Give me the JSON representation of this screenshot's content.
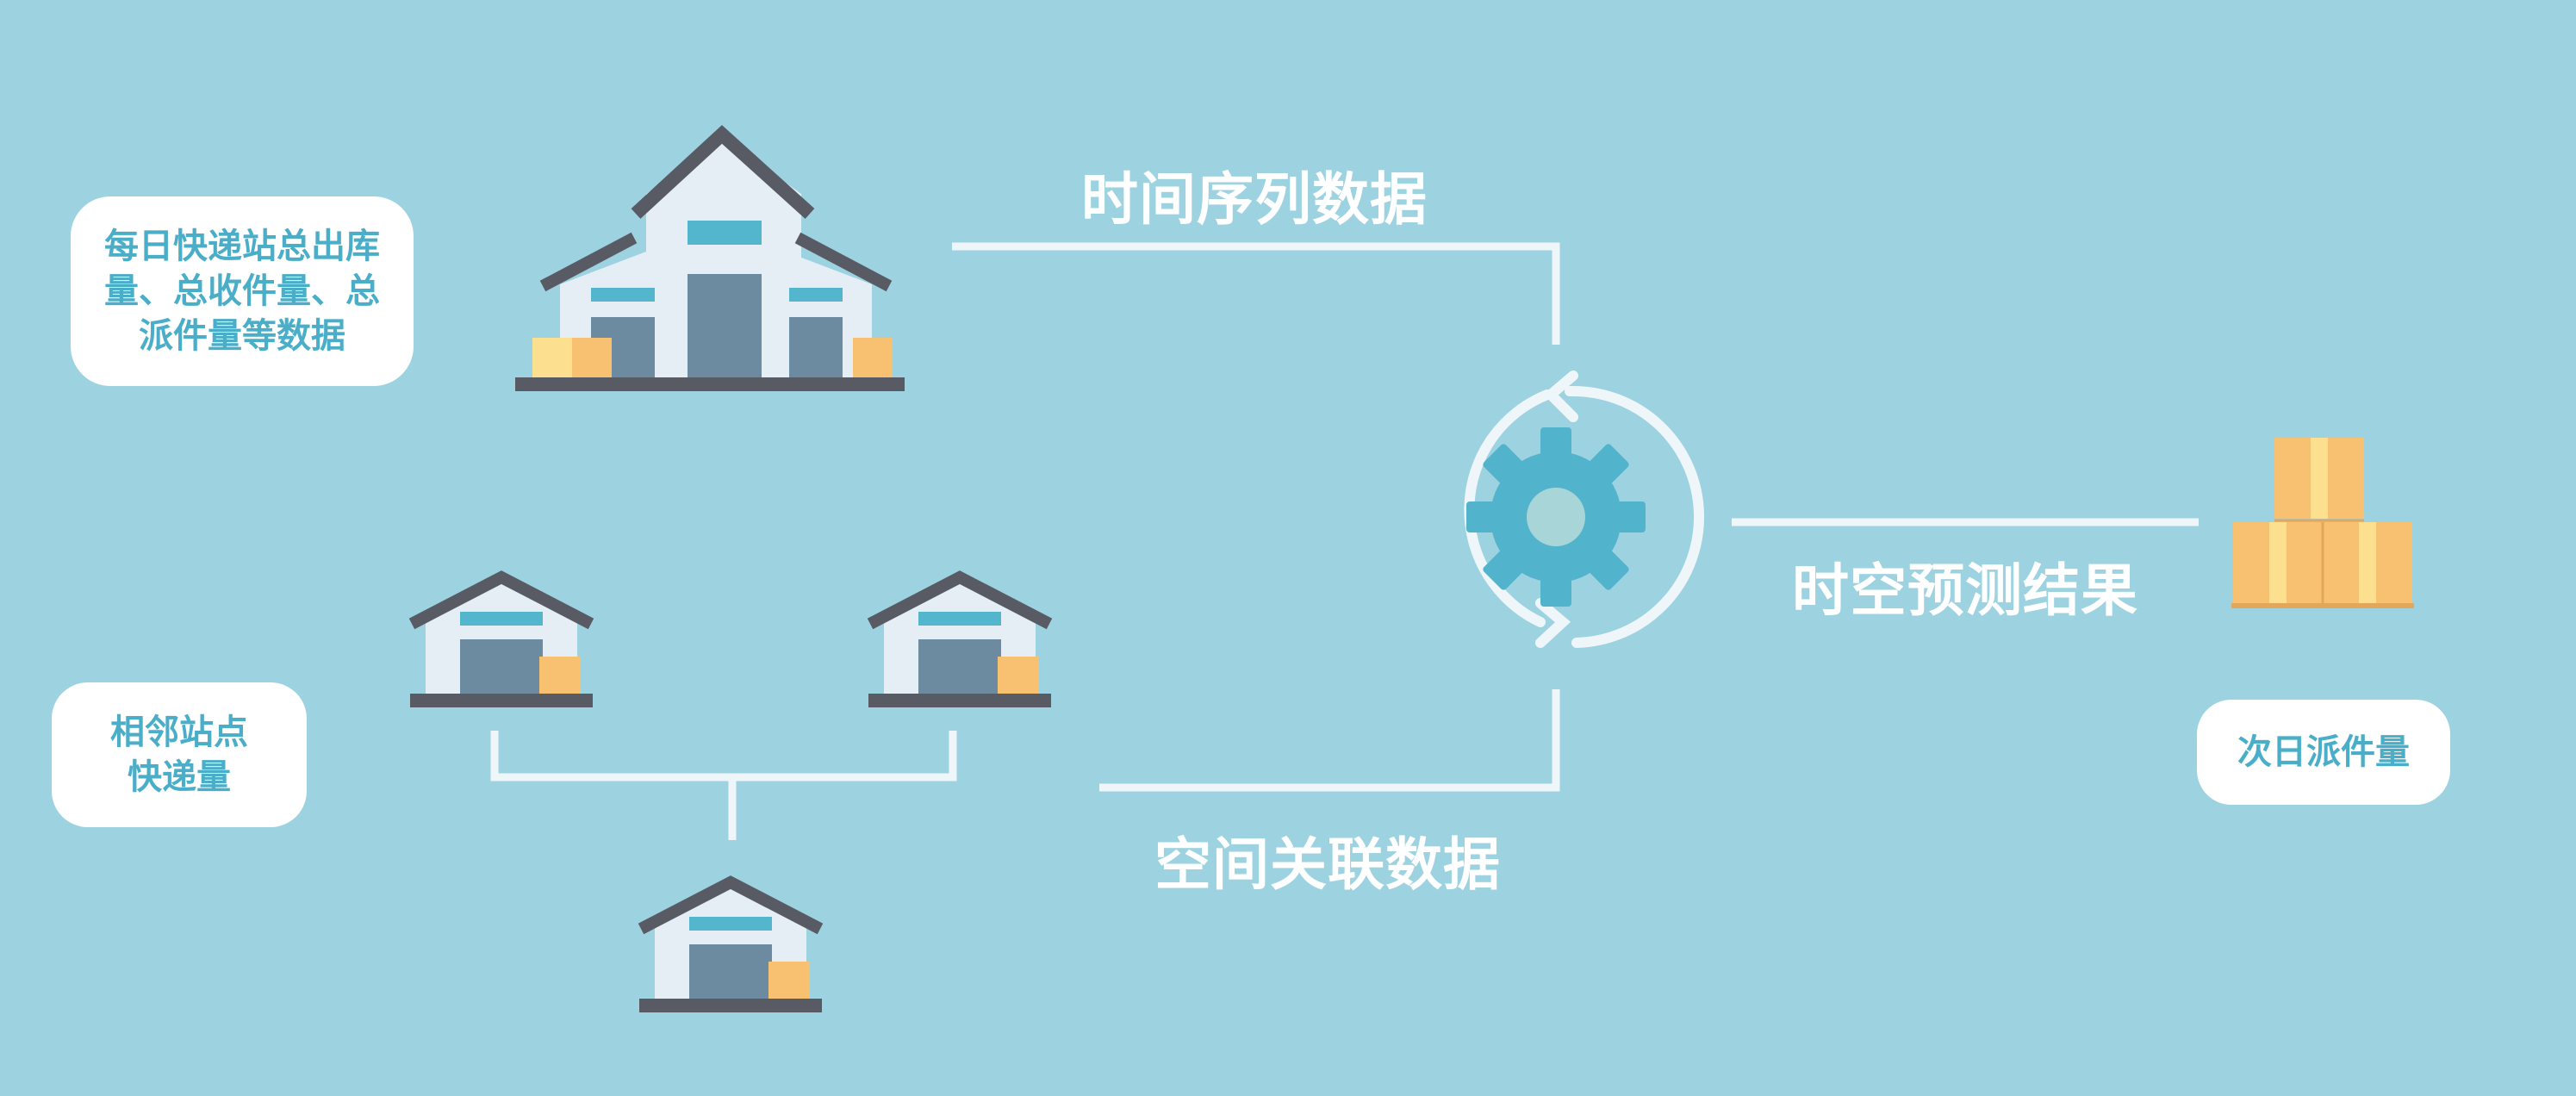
{
  "notes": {
    "daily_station_data": "每日快递站总出库\n量、总收件量、总\n派件量等数据",
    "neighbor_volume": "相邻站点\n快递量",
    "next_day_volume": "次日派件量"
  },
  "flows": {
    "time_series": "时间序列数据",
    "spatial": "空间关联数据",
    "result": "时空预测结果"
  },
  "colors": {
    "background": "#9dd2e1",
    "accent": "#4aaec9",
    "roof": "#585b63",
    "wall": "#e4eef4",
    "door": "#6c8ba1",
    "window": "#54b6cc",
    "box": "#f7c171",
    "connector": "#eef6f9",
    "gear": "#52b3cd"
  },
  "icons": [
    "large-warehouse-icon",
    "warehouse-icon",
    "gear-icon",
    "refresh-arrows-icon",
    "package-stack-icon"
  ]
}
